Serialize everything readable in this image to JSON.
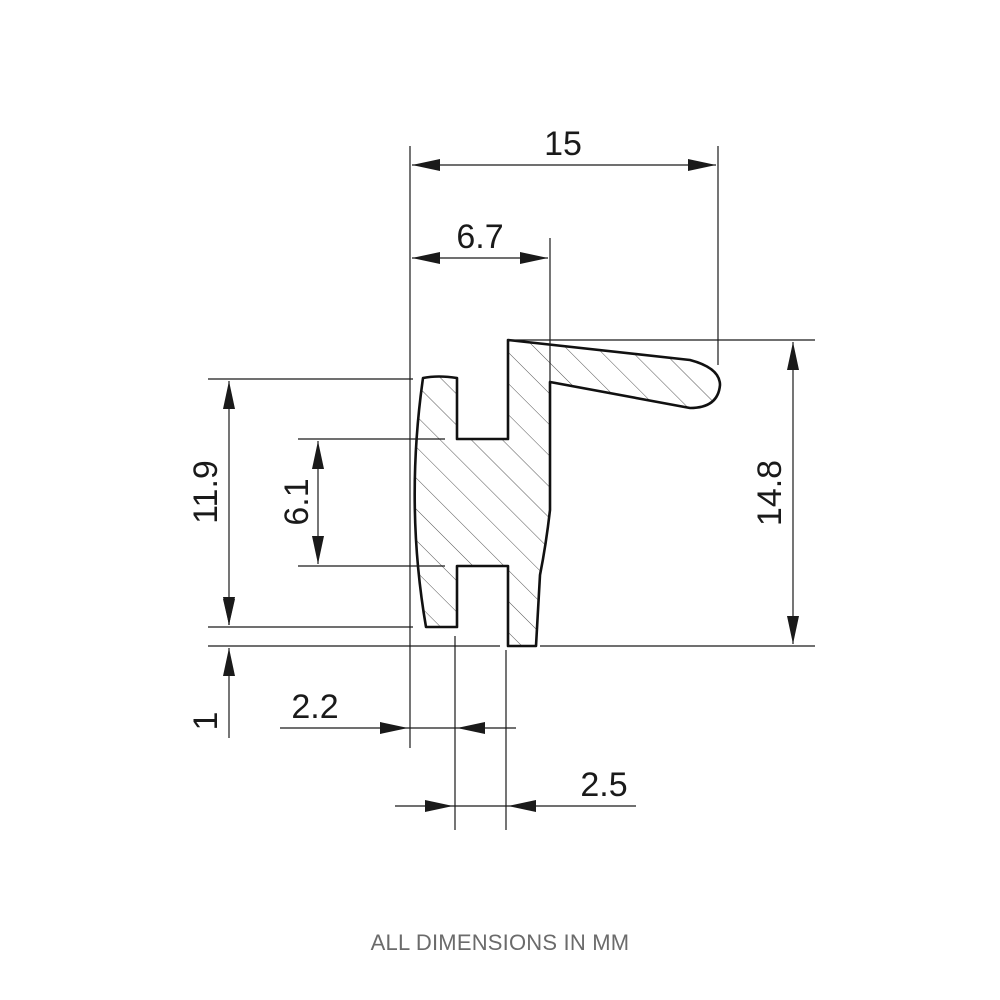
{
  "dimensions": {
    "overall_width": "15",
    "top_width": "6.7",
    "overall_height": "14.8",
    "flange_height": "11.9",
    "groove_spacing": "6.1",
    "base_offset": "1",
    "flange_thickness": "2.2",
    "slot_width": "2.5"
  },
  "footnote": "ALL DIMENSIONS IN MM"
}
